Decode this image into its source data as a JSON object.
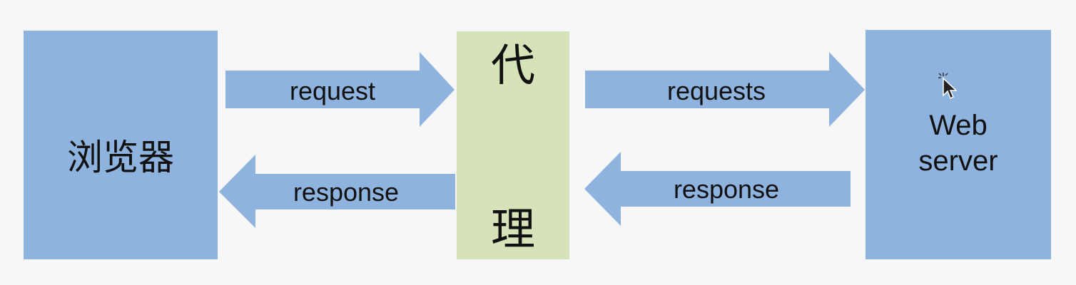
{
  "nodes": {
    "browser": {
      "label": "浏览器"
    },
    "proxy": {
      "label_top": "代",
      "label_bottom": "理"
    },
    "server": {
      "label": "Web\nserver"
    }
  },
  "arrows": {
    "browser_to_proxy": "request",
    "proxy_to_browser": "response",
    "proxy_to_server": "requests",
    "server_to_proxy": "response"
  },
  "colors": {
    "node_fill": "#8fb3df",
    "proxy_fill": "#d6e3b8",
    "arrow_fill": "#8fb3df",
    "background": "#f7f7f7"
  },
  "icons": {
    "cursor": "mouse-cursor-icon"
  }
}
